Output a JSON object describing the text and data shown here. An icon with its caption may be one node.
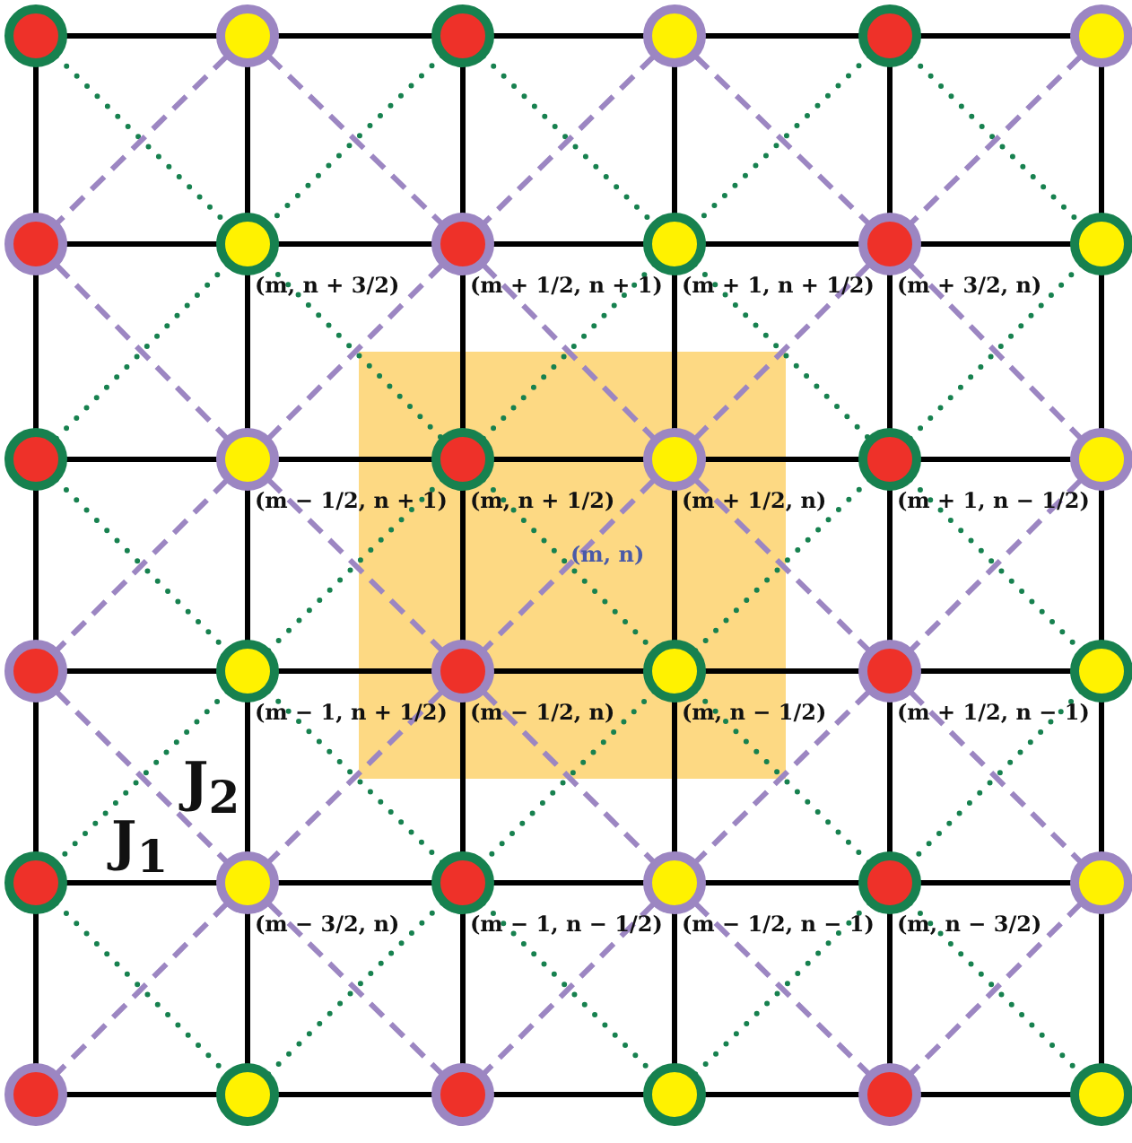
{
  "diagram": {
    "labels": [
      "(m, n + 3/2)",
      "(m + 1/2, n + 1)",
      "(m + 1, n + 1/2)",
      "(m + 3/2, n)",
      "(m − 1/2, n + 1)",
      "(m, n + 1/2)",
      "(m + 1/2, n)",
      "(m + 1, n − 1/2)",
      "(m, n)",
      "(m − 1, n + 1/2)",
      "(m − 1/2, n)",
      "(m, n − 1/2)",
      "(m + 1/2, n − 1)",
      "J$_{2}$",
      "J$_{1}$",
      "(m − 3/2, n)",
      "(m − 1, n − 1/2)",
      "(m − 1/2, n − 1)",
      "(m, n − 3/2)"
    ]
  }
}
